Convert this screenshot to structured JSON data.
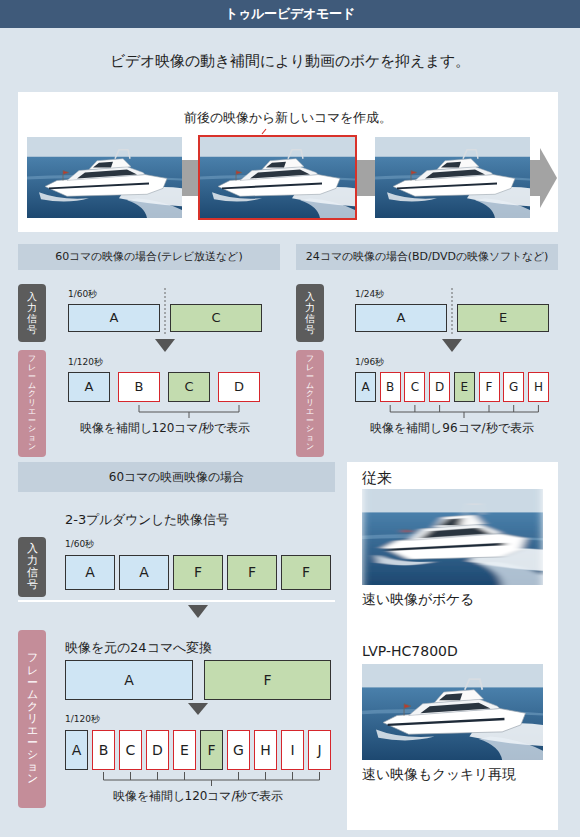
{
  "diagram": {
    "title": "トゥルービデオモード",
    "nodes": [
      {
        "text": [
          "前後の映像から新しいコマを作成。"
        ]
      },
      {
        "text": [
          "60コマの映像の場合(テレビ放送など)"
        ]
      },
      {
        "text": [
          "24コマの映像の場合(BD/DVDの映像ソフトなど)"
        ]
      },
      {
        "text": [
          "入力信号"
        ]
      },
      {
        "text": [
          "A"
        ]
      },
      {
        "text": [
          "C"
        ]
      },
      {
        "text": [
          "フレームクリエーション"
        ]
      },
      {
        "text": [
          "A"
        ]
      },
      {
        "text": [
          "B"
        ]
      },
      {
        "text": [
          "C"
        ]
      },
      {
        "text": [
          "D"
        ]
      },
      {
        "text": [
          "入力信号"
        ]
      },
      {
        "text": [
          "A"
        ]
      },
      {
        "text": [
          "E"
        ]
      },
      {
        "text": [
          "フレームクリエーション"
        ]
      },
      {
        "text": [
          "A"
        ]
      },
      {
        "text": [
          "B"
        ]
      },
      {
        "text": [
          "C"
        ]
      },
      {
        "text": [
          "D"
        ]
      },
      {
        "text": [
          "E"
        ]
      },
      {
        "text": [
          "F"
        ]
      },
      {
        "text": [
          "G"
        ]
      },
      {
        "text": [
          "H"
        ]
      },
      {
        "text": [
          "60コマの映画映像の場合"
        ]
      },
      {
        "text": [
          "入力信号"
        ]
      },
      {
        "text": [
          "A"
        ]
      },
      {
        "text": [
          "A"
        ]
      },
      {
        "text": [
          "F"
        ]
      },
      {
        "text": [
          "F"
        ]
      },
      {
        "text": [
          "F"
        ]
      },
      {
        "text": [
          "フレームクリエーション"
        ]
      },
      {
        "text": [
          "A"
        ]
      },
      {
        "text": [
          "F"
        ]
      },
      {
        "text": [
          "A"
        ]
      },
      {
        "text": [
          "B"
        ]
      },
      {
        "text": [
          "C"
        ]
      },
      {
        "text": [
          "D"
        ]
      },
      {
        "text": [
          "E"
        ]
      },
      {
        "text": [
          "F"
        ]
      },
      {
        "text": [
          "G"
        ]
      },
      {
        "text": [
          "H"
        ]
      },
      {
        "text": [
          "I"
        ]
      },
      {
        "text": [
          "J"
        ]
      },
      {
        "text": [
          "従来",
          "速い映像がボケる",
          "LVP-HC7800D",
          "速い映像もクッキリ再現"
        ]
      }
    ],
    "labels": [
      "ビデオ映像の動き補間により動画のボケを抑えます。",
      "1/60秒",
      "1/120秒",
      "映像を補間し120コマ/秒で表示",
      "1/24秒",
      "1/96秒",
      "映像を補間し96コマ/秒で表示",
      "2-3プルダウンした映像信号",
      "1/60秒",
      "映像を元の24コマへ変換",
      "1/120秒",
      "映像を補間し120コマ/秒で表示"
    ]
  }
}
